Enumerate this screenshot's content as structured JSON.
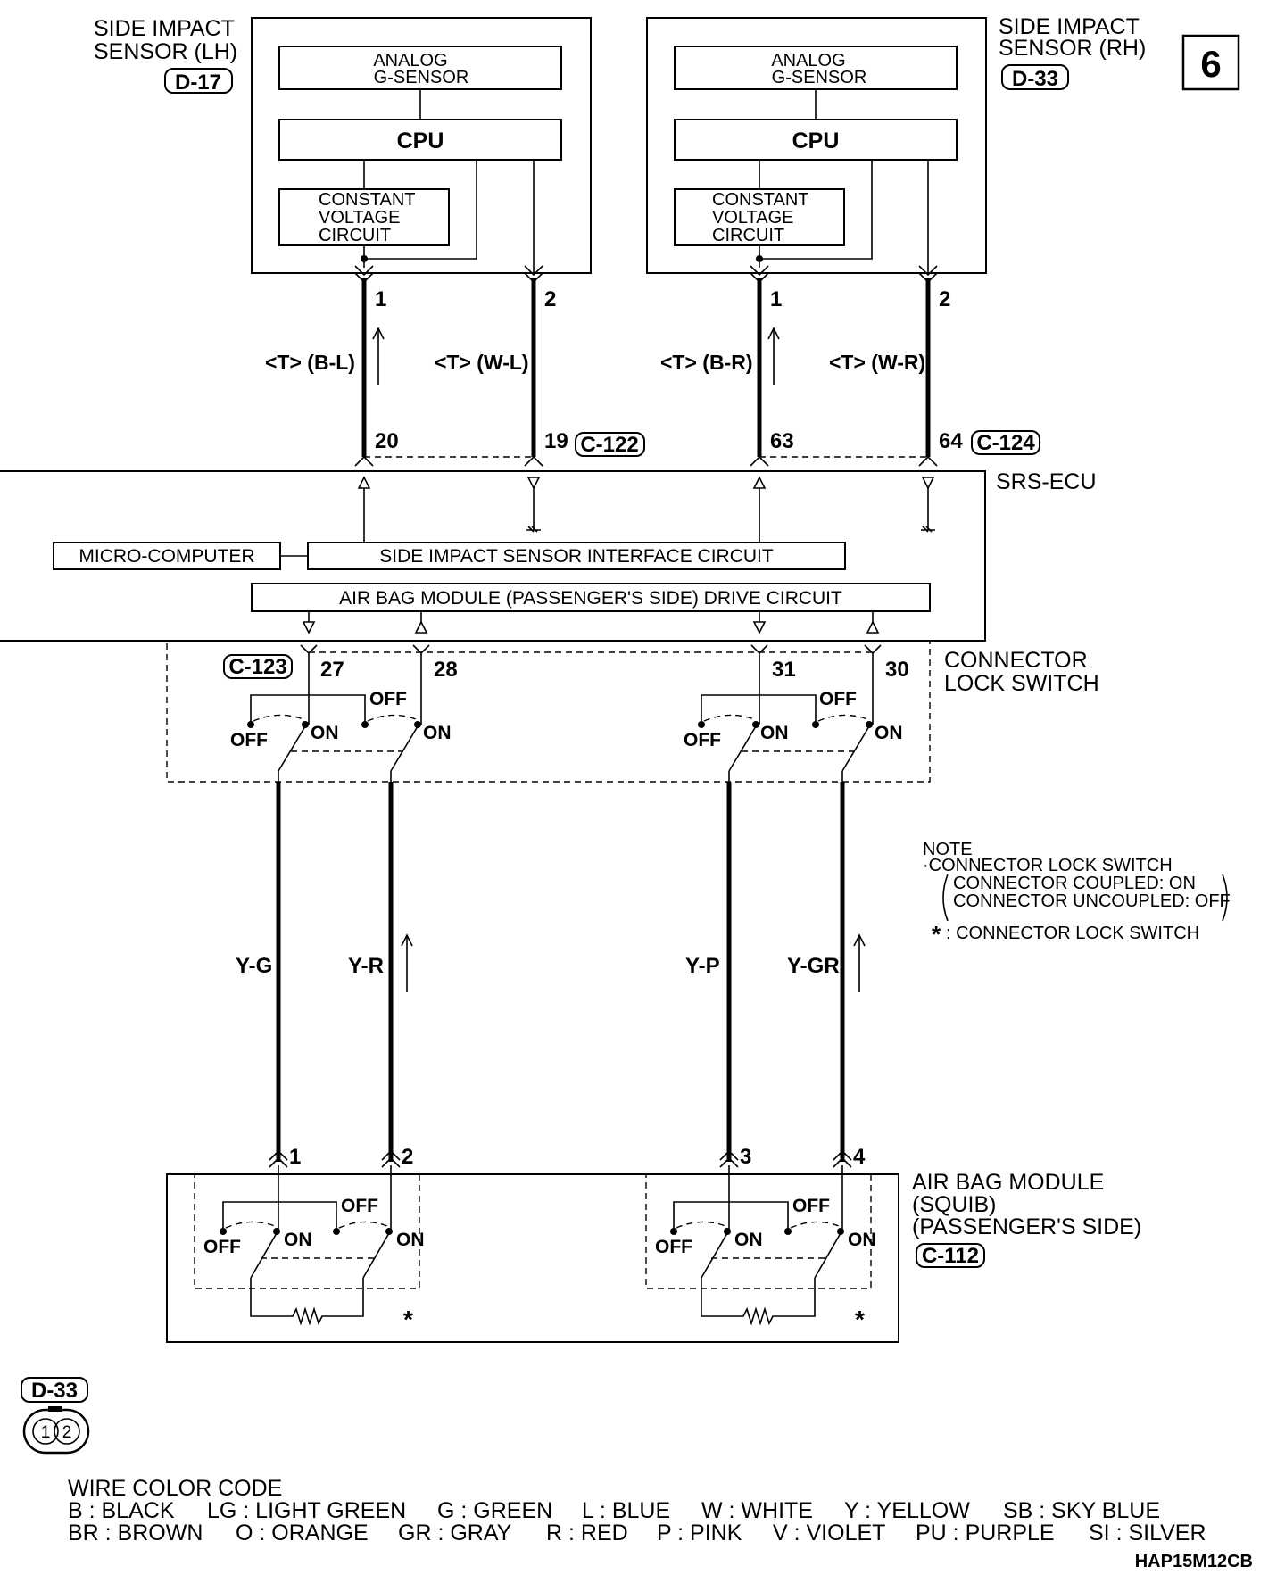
{
  "page_number": "6",
  "figure_code": "HAP15M12CB",
  "sensor_lh": {
    "title_line1": "SIDE IMPACT",
    "title_line2": "SENSOR (LH)",
    "connector": "D-17",
    "g_sensor_line1": "ANALOG",
    "g_sensor_line2": "G-SENSOR",
    "cpu": "CPU",
    "cv_line1": "CONSTANT",
    "cv_line2": "VOLTAGE",
    "cv_line3": "CIRCUIT",
    "pin_a": "1",
    "pin_b": "2"
  },
  "sensor_rh": {
    "title_line1": "SIDE IMPACT",
    "title_line2": "SENSOR (RH)",
    "connector": "D-33",
    "g_sensor_line1": "ANALOG",
    "g_sensor_line2": "G-SENSOR",
    "cpu": "CPU",
    "cv_line1": "CONSTANT",
    "cv_line2": "VOLTAGE",
    "cv_line3": "CIRCUIT",
    "pin_a": "1",
    "pin_b": "2"
  },
  "upper_wires": {
    "w1": "<T> (B-L)",
    "w2": "<T> (W-L)",
    "w3": "<T> (B-R)",
    "w4": "<T> (W-R)",
    "ecu_pin1": "20",
    "ecu_pin2": "19",
    "ecu_pin3": "63",
    "ecu_pin4": "64",
    "connector_left": "C-122",
    "connector_right": "C-124"
  },
  "srs_ecu": {
    "label": "SRS-ECU",
    "micro": "MICRO-COMPUTER",
    "interface": "SIDE IMPACT SENSOR INTERFACE CIRCUIT",
    "drive": "AIR BAG MODULE (PASSENGER'S SIDE) DRIVE CIRCUIT"
  },
  "connector_lock": {
    "connector": "C-123",
    "title_line1": "CONNECTOR",
    "title_line2": "LOCK SWITCH",
    "pin1": "27",
    "pin2": "28",
    "pin3": "31",
    "pin4": "30",
    "off": "OFF",
    "on": "ON"
  },
  "lower_wires": {
    "w1": "Y-G",
    "w2": "Y-R",
    "w3": "Y-P",
    "w4": "Y-GR"
  },
  "note": {
    "title": "NOTE",
    "line1": "·CONNECTOR LOCK SWITCH",
    "line2": "CONNECTOR COUPLED: ON",
    "line3": "CONNECTOR UNCOUPLED: OFF",
    "star": "*",
    "line4": ": CONNECTOR LOCK SWITCH"
  },
  "airbag": {
    "title_line1": "AIR BAG MODULE",
    "title_line2": "(SQUIB)",
    "title_line3": "(PASSENGER'S SIDE)",
    "connector": "C-112",
    "pin1": "1",
    "pin2": "2",
    "pin3": "3",
    "pin4": "4",
    "star": "*"
  },
  "connector_view": {
    "label": "D-33",
    "pin1": "1",
    "pin2": "2"
  },
  "wire_color_code": {
    "title": "WIRE COLOR CODE",
    "row1": [
      "B : BLACK",
      "LG : LIGHT GREEN",
      "G : GREEN",
      "L : BLUE",
      "W : WHITE",
      "Y : YELLOW",
      "SB : SKY BLUE"
    ],
    "row2": [
      "BR : BROWN",
      "O : ORANGE",
      "GR : GRAY",
      "R : RED",
      "P : PINK",
      "V : VIOLET",
      "PU : PURPLE",
      "SI : SILVER"
    ]
  }
}
